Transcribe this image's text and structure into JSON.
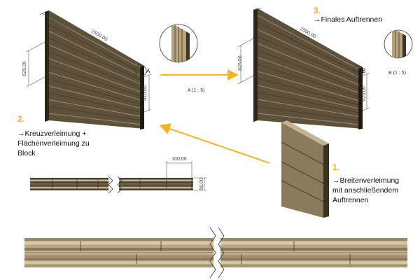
{
  "colors": {
    "wood_dark": "#4a3f2c",
    "wood_mid": "#6b5e43",
    "wood_light": "#a49273",
    "wood_pale": "#c3b394",
    "arrow": "#f5b41a",
    "dim_line": "#555555"
  },
  "panel_left": {
    "dim_width": "2500,00",
    "dim_height": "625,00",
    "dim_height_lower": "625,00",
    "callout": "A"
  },
  "panel_right": {
    "dim_width": "2500,00",
    "dim_height": "625,00",
    "dim_height_lower": "625,00",
    "callout": "B"
  },
  "detail_a": {
    "label": "A (1 : 5)"
  },
  "detail_b": {
    "label": "B (1 : 5)"
  },
  "steps": [
    {
      "number": "1.",
      "lines": [
        "→Breitenverleimung",
        "mit anschließendem",
        "Auftrennen"
      ]
    },
    {
      "number": "2.",
      "lines": [
        "→Kreuzverleimung +",
        "Flächenverleimung zu",
        "Block"
      ]
    },
    {
      "number": "3.",
      "lines": [
        "→Finales Auftrennen"
      ]
    }
  ],
  "section": {
    "dim_width": "100,00",
    "dim_height": "56,00"
  }
}
